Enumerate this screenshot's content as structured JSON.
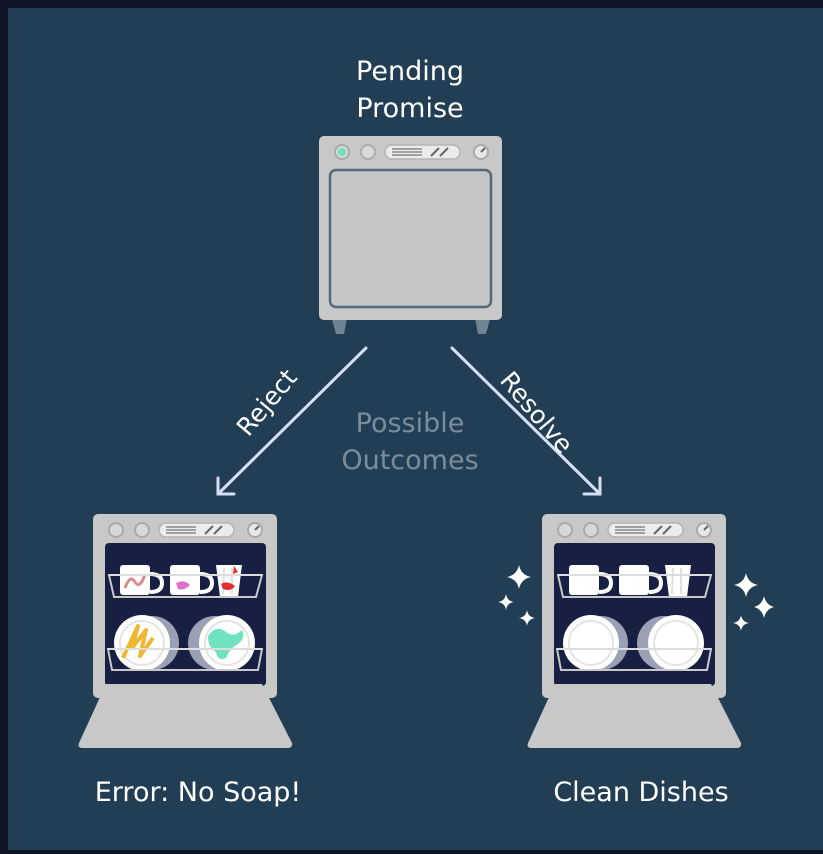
{
  "diagram": {
    "title_line1": "Pending",
    "title_line2": "Promise",
    "center_line1": "Possible",
    "center_line2": "Outcomes",
    "reject_label": "Reject",
    "resolve_label": "Resolve",
    "error_caption": "Error: No Soap!",
    "success_caption": "Clean Dishes"
  },
  "colors": {
    "background": "#223e54",
    "appliance": "#c8c8c8",
    "interior": "#172042",
    "arrow": "#d7dff5",
    "indicator": "#6fe3c0"
  }
}
